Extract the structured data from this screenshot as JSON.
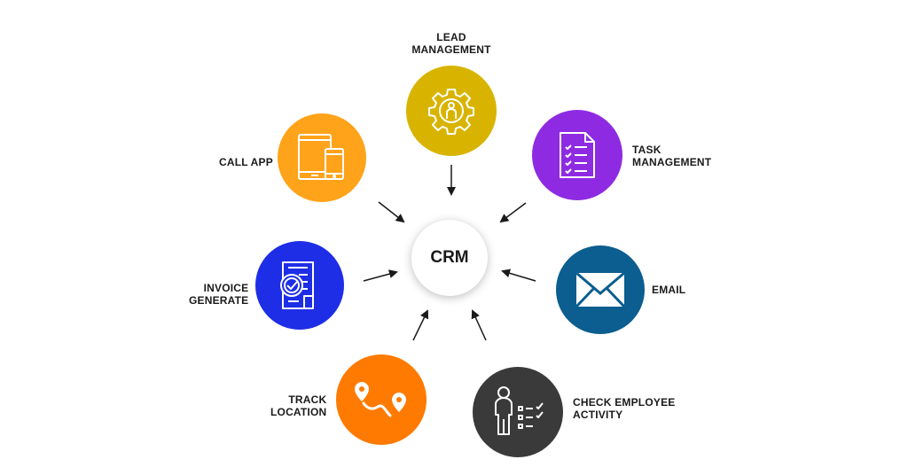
{
  "center": {
    "label": "CRM"
  },
  "nodes": {
    "lead": {
      "line1": "LEAD",
      "line2": "MANAGEMENT",
      "color": "#d8b400",
      "icon": "gear-person-icon"
    },
    "task": {
      "line1": "TASK",
      "line2": "MANAGEMENT",
      "color": "#8e2be2",
      "icon": "checklist-icon"
    },
    "email": {
      "line1": "EMAIL",
      "color": "#0b5e8f",
      "icon": "envelope-icon"
    },
    "employee": {
      "line1": "CHECK EMPLOYEE",
      "line2": "ACTIVITY",
      "color": "#3a3a3a",
      "icon": "person-checklist-icon"
    },
    "track": {
      "line1": "TRACK",
      "line2": "LOCATION",
      "color": "#ff7a00",
      "icon": "route-pins-icon"
    },
    "invoice": {
      "line1": "INVOICE",
      "line2": "GENERATE",
      "color": "#1e2ee6",
      "icon": "invoice-check-icon"
    },
    "call": {
      "line1": "CALL APP",
      "color": "#ffa31a",
      "icon": "tablet-phone-icon"
    }
  }
}
